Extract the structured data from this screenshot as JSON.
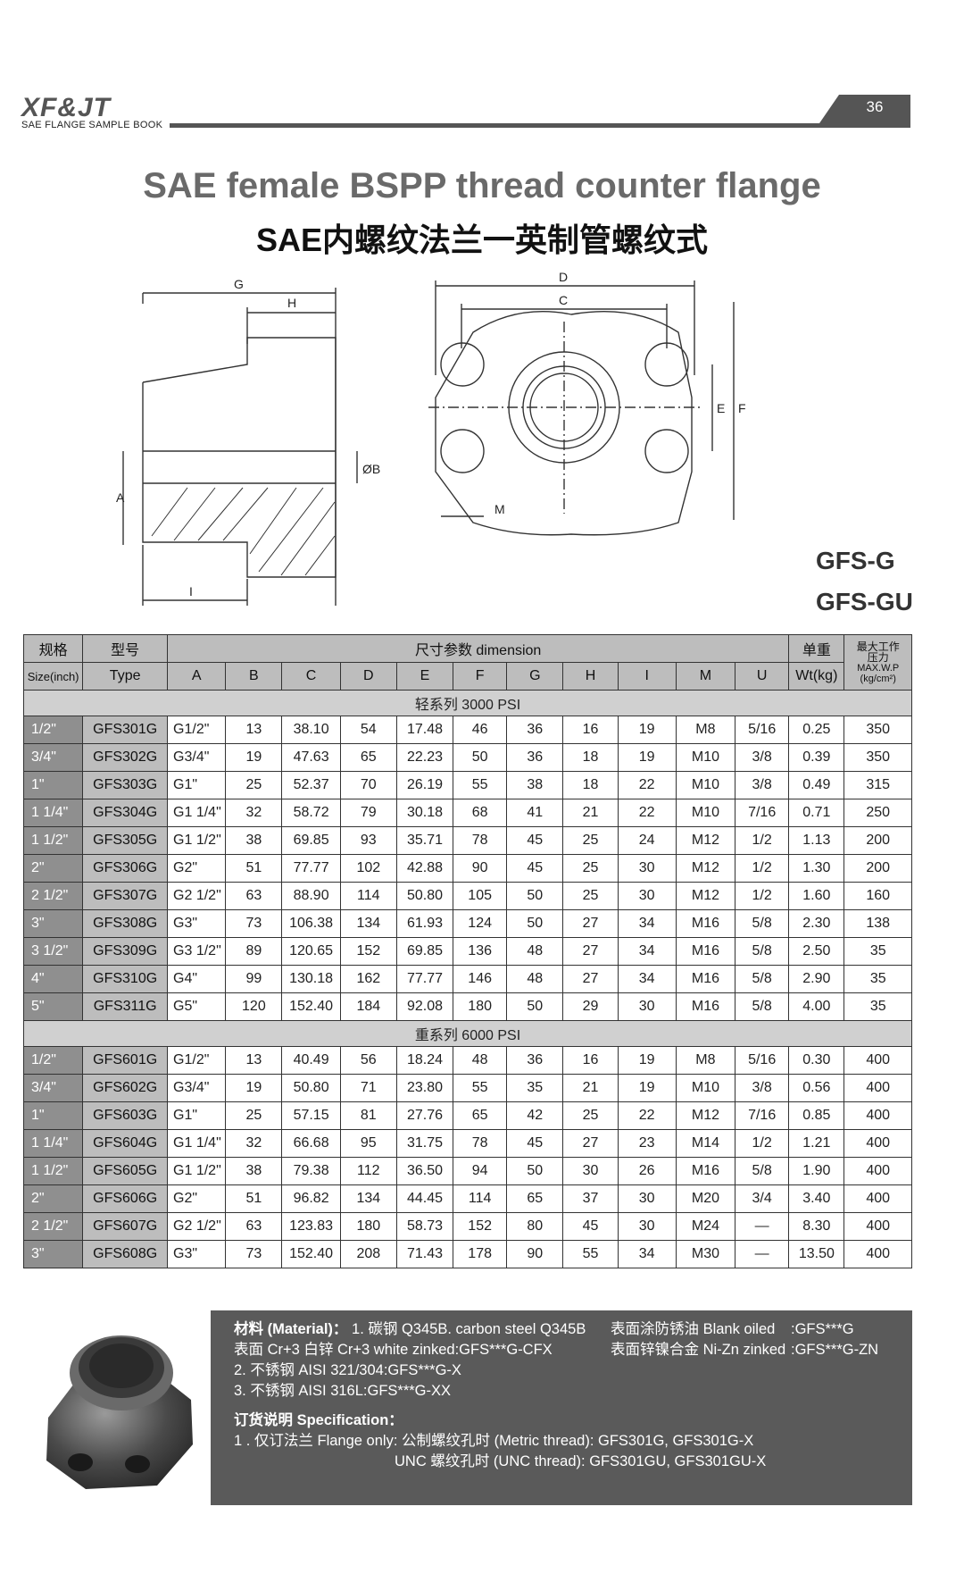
{
  "header": {
    "logo": "XF&JT",
    "logo_subtitle": "SAE FLANGE SAMPLE BOOK",
    "page_number": "36"
  },
  "title": {
    "english": "SAE female BSPP thread counter flange",
    "chinese": "SAE内螺纹法兰一英制管螺纹式"
  },
  "drawing_labels": {
    "G": "G",
    "H": "H",
    "A": "A",
    "B": "ØB",
    "I": "I",
    "D": "D",
    "C": "C",
    "E": "E",
    "F": "F",
    "M": "M"
  },
  "models": [
    "GFS-G",
    "GFS-GU"
  ],
  "table": {
    "header_spec_cn": "规格",
    "header_type_cn": "型号",
    "header_dimension": "尺寸参数 dimension",
    "header_weight_cn": "单重",
    "header_pressure_cn_1": "最大工作",
    "header_pressure_cn_2": "压力",
    "header_size": "Size(inch)",
    "header_type": "Type",
    "columns": [
      "A",
      "B",
      "C",
      "D",
      "E",
      "F",
      "G",
      "H",
      "I",
      "M",
      "U"
    ],
    "header_weight": "Wt(kg)",
    "header_pressure_en": "MAX.W.P",
    "header_pressure_unit": "(kg/cm²)",
    "series_light": "轻系列 3000 PSI",
    "series_heavy": "重系列 6000 PSI",
    "light_rows": [
      [
        "1/2\"",
        "GFS301G",
        "G1/2\"",
        "13",
        "38.10",
        "54",
        "17.48",
        "46",
        "36",
        "16",
        "19",
        "M8",
        "5/16",
        "0.25",
        "350"
      ],
      [
        "3/4\"",
        "GFS302G",
        "G3/4\"",
        "19",
        "47.63",
        "65",
        "22.23",
        "50",
        "36",
        "18",
        "19",
        "M10",
        "3/8",
        "0.39",
        "350"
      ],
      [
        "1\"",
        "GFS303G",
        "G1\"",
        "25",
        "52.37",
        "70",
        "26.19",
        "55",
        "38",
        "18",
        "22",
        "M10",
        "3/8",
        "0.49",
        "315"
      ],
      [
        "1 1/4\"",
        "GFS304G",
        "G1 1/4\"",
        "32",
        "58.72",
        "79",
        "30.18",
        "68",
        "41",
        "21",
        "22",
        "M10",
        "7/16",
        "0.71",
        "250"
      ],
      [
        "1 1/2\"",
        "GFS305G",
        "G1 1/2\"",
        "38",
        "69.85",
        "93",
        "35.71",
        "78",
        "45",
        "25",
        "24",
        "M12",
        "1/2",
        "1.13",
        "200"
      ],
      [
        "2\"",
        "GFS306G",
        "G2\"",
        "51",
        "77.77",
        "102",
        "42.88",
        "90",
        "45",
        "25",
        "30",
        "M12",
        "1/2",
        "1.30",
        "200"
      ],
      [
        "2 1/2\"",
        "GFS307G",
        "G2 1/2\"",
        "63",
        "88.90",
        "114",
        "50.80",
        "105",
        "50",
        "25",
        "30",
        "M12",
        "1/2",
        "1.60",
        "160"
      ],
      [
        "3\"",
        "GFS308G",
        "G3\"",
        "73",
        "106.38",
        "134",
        "61.93",
        "124",
        "50",
        "27",
        "34",
        "M16",
        "5/8",
        "2.30",
        "138"
      ],
      [
        "3 1/2\"",
        "GFS309G",
        "G3 1/2\"",
        "89",
        "120.65",
        "152",
        "69.85",
        "136",
        "48",
        "27",
        "34",
        "M16",
        "5/8",
        "2.50",
        "35"
      ],
      [
        "4\"",
        "GFS310G",
        "G4\"",
        "99",
        "130.18",
        "162",
        "77.77",
        "146",
        "48",
        "27",
        "34",
        "M16",
        "5/8",
        "2.90",
        "35"
      ],
      [
        "5\"",
        "GFS311G",
        "G5\"",
        "120",
        "152.40",
        "184",
        "92.08",
        "180",
        "50",
        "29",
        "30",
        "M16",
        "5/8",
        "4.00",
        "35"
      ]
    ],
    "heavy_rows": [
      [
        "1/2\"",
        "GFS601G",
        "G1/2\"",
        "13",
        "40.49",
        "56",
        "18.24",
        "48",
        "36",
        "16",
        "19",
        "M8",
        "5/16",
        "0.30",
        "400"
      ],
      [
        "3/4\"",
        "GFS602G",
        "G3/4\"",
        "19",
        "50.80",
        "71",
        "23.80",
        "55",
        "35",
        "21",
        "19",
        "M10",
        "3/8",
        "0.56",
        "400"
      ],
      [
        "1\"",
        "GFS603G",
        "G1\"",
        "25",
        "57.15",
        "81",
        "27.76",
        "65",
        "42",
        "25",
        "22",
        "M12",
        "7/16",
        "0.85",
        "400"
      ],
      [
        "1 1/4\"",
        "GFS604G",
        "G1 1/4\"",
        "32",
        "66.68",
        "95",
        "31.75",
        "78",
        "45",
        "27",
        "23",
        "M14",
        "1/2",
        "1.21",
        "400"
      ],
      [
        "1 1/2\"",
        "GFS605G",
        "G1 1/2\"",
        "38",
        "79.38",
        "112",
        "36.50",
        "94",
        "50",
        "30",
        "26",
        "M16",
        "5/8",
        "1.90",
        "400"
      ],
      [
        "2\"",
        "GFS606G",
        "G2\"",
        "51",
        "96.82",
        "134",
        "44.45",
        "114",
        "65",
        "37",
        "30",
        "M20",
        "3/4",
        "3.40",
        "400"
      ],
      [
        "2 1/2\"",
        "GFS607G",
        "G2 1/2\"",
        "63",
        "123.83",
        "180",
        "58.73",
        "152",
        "80",
        "45",
        "30",
        "M24",
        "—",
        "8.30",
        "400"
      ],
      [
        "3\"",
        "GFS608G",
        "G3\"",
        "73",
        "152.40",
        "208",
        "71.43",
        "178",
        "90",
        "55",
        "34",
        "M30",
        "—",
        "13.50",
        "400"
      ]
    ]
  },
  "material": {
    "label": "材料 (Material)：",
    "line1_a": "1. 碳钢 Q345B. carbon steel Q345B",
    "line1_b": "表面涂防锈油 Blank oiled",
    "line1_c": ":GFS***G",
    "line2_a": "表面 Cr+3 白锌 Cr+3 white zinked:GFS***G-CFX",
    "line2_b": "表面锌镍合金 Ni-Zn zinked",
    "line2_c": ":GFS***G-ZN",
    "line3": "2. 不锈钢 AISI 321/304:GFS***G-X",
    "line4": "3. 不锈钢 AISI 316L:GFS***G-XX",
    "order_label": "订货说明 Specification：",
    "order_line1": "1 . 仅订法兰 Flange only: 公制螺纹孔时 (Metric thread): GFS301G, GFS301G-X",
    "order_line2": "UNC 螺纹孔时 (UNC thread): GFS301GU, GFS301GU-X"
  }
}
